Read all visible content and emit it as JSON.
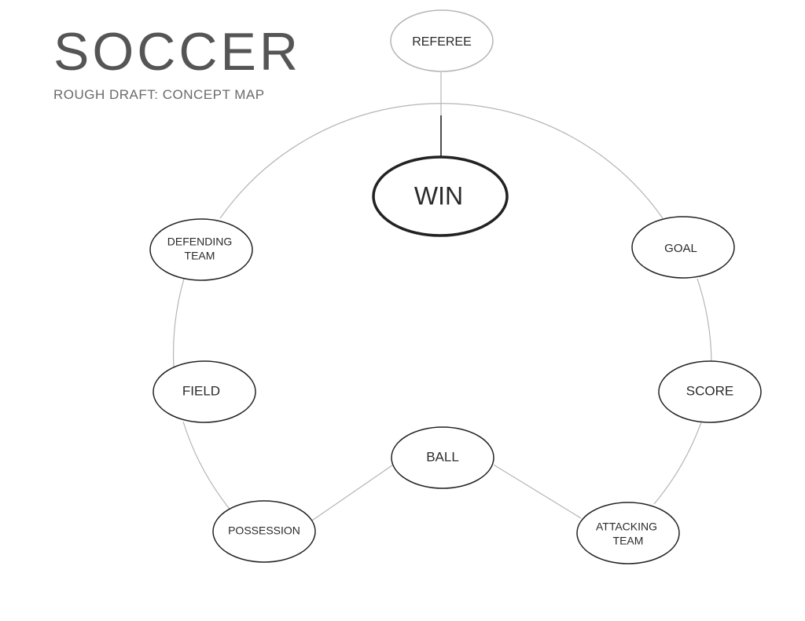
{
  "title": "SOCCER",
  "subtitle": "ROUGH DRAFT: CONCEPT MAP",
  "colors": {
    "node_stroke": "#222222",
    "connector": "#b5b5b5",
    "title_text": "#555555",
    "subtitle_text": "#6a6a6a"
  },
  "nodes": {
    "referee": {
      "lines": [
        "REFEREE"
      ]
    },
    "win": {
      "lines": [
        "WIN"
      ]
    },
    "defending_team": {
      "lines": [
        "DEFENDING",
        "TEAM"
      ]
    },
    "goal": {
      "lines": [
        "GOAL"
      ]
    },
    "field": {
      "lines": [
        "FIELD"
      ]
    },
    "score": {
      "lines": [
        "SCORE"
      ]
    },
    "ball": {
      "lines": [
        "BALL"
      ]
    },
    "possession": {
      "lines": [
        "POSSESSION"
      ]
    },
    "attacking_team": {
      "lines": [
        "ATTACKING",
        "TEAM"
      ]
    }
  }
}
